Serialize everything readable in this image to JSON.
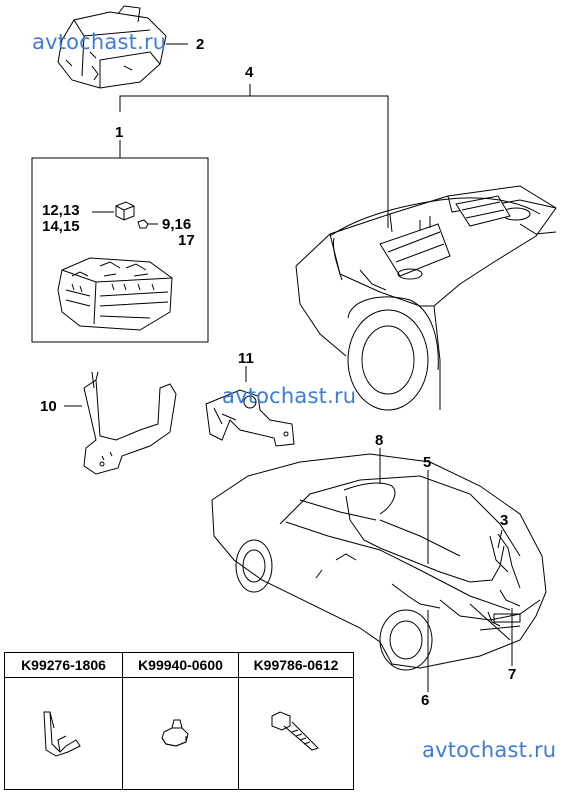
{
  "watermarks": [
    "avtochast.ru",
    "avtochast.ru",
    "avtochast.ru"
  ],
  "callouts": {
    "c1": "1",
    "c2": "2",
    "c3": "3",
    "c4": "4",
    "c5": "5",
    "c6": "6",
    "c7": "7",
    "c8": "8",
    "c10": "10",
    "c11": "11",
    "c12_13": "12,13",
    "c14_15": "14,15",
    "c9_16": "9,16",
    "c17": "17"
  },
  "parts_table": [
    {
      "part_no": "K99276-1806",
      "icon": "clip-icon"
    },
    {
      "part_no": "K99940-0600",
      "icon": "nut-icon"
    },
    {
      "part_no": "K99786-0612",
      "icon": "bolt-icon"
    }
  ],
  "colors": {
    "watermark": "#3d7bd8",
    "line": "#000000"
  }
}
